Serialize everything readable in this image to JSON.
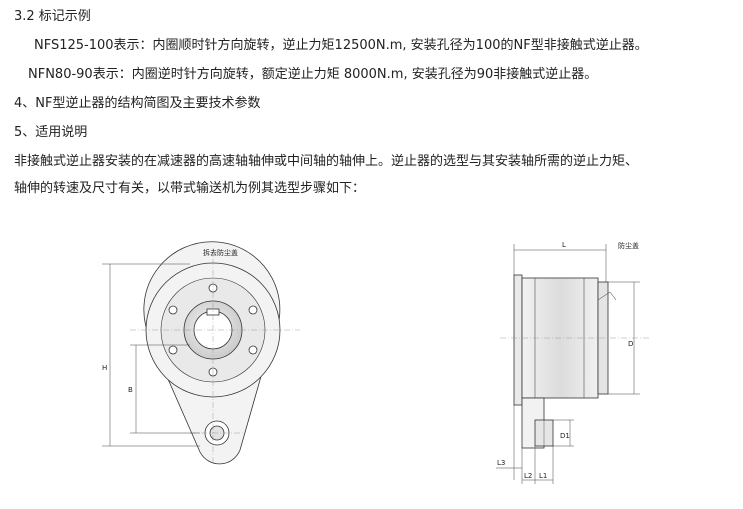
{
  "text": {
    "heading_32": "3.2 标记示例",
    "example_1": "NFS125-100表示：内圈顺时针方向旋转，逆止力矩12500N.m, 安装孔径为100的NF型非接触式逆止器。",
    "example_2": "NFN80-90表示：内圈逆时针方向旋转，额定逆止力矩  8000N.m, 安装孔径为90非接触式逆止器。",
    "heading_4": "4、NF型逆止器的结构简图及主要技术参数",
    "heading_5": "5、适用说明",
    "para_1": "非接触式逆止器安装的在减速器的高速轴轴伸或中间轴的轴伸上。逆止器的选型与其安装轴所需的逆止力矩、",
    "para_2": "轴伸的转速及尺寸有关，以带式输送机为例其选型步骤如下："
  },
  "figure_front": {
    "caption": "拆去防尘盖",
    "dim_h": "H",
    "dim_b": "B"
  },
  "figure_side": {
    "dim_l": "L",
    "dust_cover": "防尘盖",
    "dim_d": "D",
    "dim_d1": "D1",
    "dim_l3": "L3",
    "dim_l2": "L2",
    "dim_l1": "L1"
  }
}
